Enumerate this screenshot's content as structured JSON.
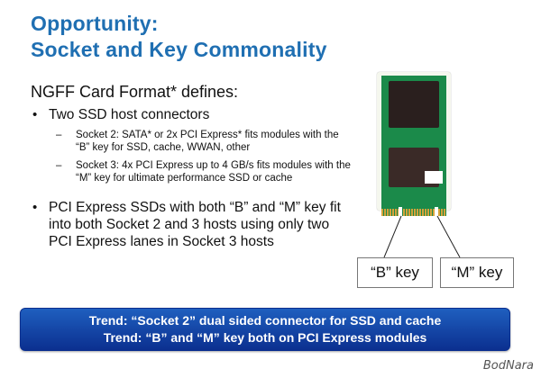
{
  "title": {
    "line1": "Opportunity:",
    "line2": "Socket and Key Commonality"
  },
  "intro": "NGFF Card Format* defines:",
  "bullets": [
    {
      "text": "Two SSD host connectors",
      "subs": [
        "Socket 2: SATA* or 2x PCI Express* fits modules with the “B” key for SSD, cache, WWAN, other",
        "Socket 3: 4x PCI Express up to 4 GB/s fits modules with the “M” key for ultimate performance SSD or cache"
      ]
    },
    {
      "text": "PCI Express SSDs with both “B” and “M” key fit into both Socket 2 and 3 hosts using only two PCI Express lanes in Socket 3 hosts"
    }
  ],
  "keys": {
    "b_label": "“B” key",
    "m_label": "“M” key"
  },
  "trend": {
    "line1": "Trend: “Socket 2” dual sided connector for SSD and cache",
    "line2": "Trend: “B” and “M” key both on PCI Express modules"
  },
  "watermark": "BodNara",
  "colors": {
    "title": "#1f6fb2",
    "trend_bg_top": "#1f5fbf",
    "trend_bg_bottom": "#0b2f8f",
    "pcb": "#1b8a4a",
    "gold": "#d6a23a"
  }
}
